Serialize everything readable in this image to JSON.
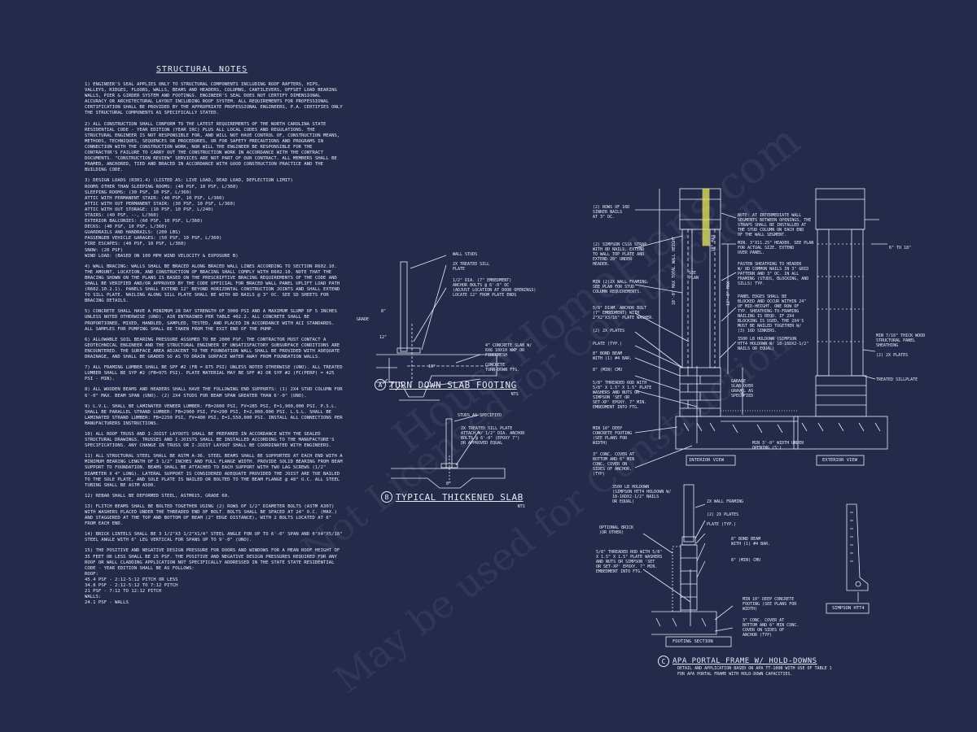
{
  "notes": {
    "title": "STRUCTURAL NOTES",
    "items": [
      "1) ENGINEER'S SEAL APPLIES ONLY TO STRUCTURAL COMPONENTS INCLUDING ROOF RAFTERS, HIPS, VALLEYS, RIDGES, FLOORS, WALLS, BEAMS AND HEADERS, COLUMNS, CANTILEVERS, OFFSET LOAD BEARING WALLS, PIER & GIRDER SYSTEM AND FOOTINGS. ENGINEER'S SEAL DOES NOT CERTIFY DIMENSIONAL ACCURACY OR ARCHITECTURAL LAYOUT INCLUDING ROOF SYSTEM. ALL REQUIREMENTS FOR PROFESSIONAL CERTIFICATION SHALL BE PROVIDED BY THE APPROPRIATE PROFESSIONAL ENGINEERS, P.A. CERTIFIES ONLY THE STRUCTURAL COMPONENTS AS SPECIFICALLY STATED.",
      "2) ALL CONSTRUCTION SHALL CONFORM TO THE LATEST REQUIREMENTS OF THE NORTH CAROLINA STATE RESIDENTIAL CODE - YEAR EDITION (YEAR IRC) PLUS ALL LOCAL CODES AND REGULATIONS. THE STRUCTURAL ENGINEER IS NOT RESPONSIBLE FOR, AND WILL NOT HAVE CONTROL OF, CONSTRUCTION MEANS, METHODS, TECHNIQUES, SEQUENCES OR PROCEDURES, OR FOR SAFETY PRECAUTIONS AND PROGRAMS IN CONNECTION WITH THE CONSTRUCTION WORK, NOR WILL THE ENGINEER BE RESPONSIBLE FOR THE CONTRACTOR'S FAILURE TO CARRY OUT THE CONSTRUCTION WORK IN ACCORDANCE WITH THE CONTRACT DOCUMENTS. \"CONSTRUCTION REVIEW\" SERVICES ARE NOT PART OF OUR CONTRACT. ALL MEMBERS SHALL BE FRAMED, ANCHORED, TIED AND BRACED IN ACCORDANCE WITH GOOD CONSTRUCTION PRACTICE AND THE BUILDING CODE.",
      "3) DESIGN LOADS (R301.4) (LISTED AS: LIVE LOAD, DEAD LOAD, DEFLECTION LIMIT)\nROOMS OTHER THAN SLEEPING ROOMS: (40 PSF, 10 PSF, L/360)\nSLEEPING ROOMS: (30 PSF, 10 PSF, L/360)\nATTIC WITH PERMANENT STAIR: (40 PSF, 10 PSF, L/360)\nATTIC WITH OUT PERMANENT STAIR: (30 PSF, 10 PSF, L/360)\nATTIC WITH OUT STORAGE: (10 PSF, 10 PSF, L/240)\nSTAIRS: (40 PSF, --, L/360)\nEXTERIOR BALCONIES: (60 PSF, 10 PSF, L/360)\nDECKS: (40 PSF, 10 PSF, L/360)\nGUARDRAILS AND HANDRAILS: (200 LBS)\nPASSENGER VEHICLE GARAGES: (50 PSF, 10 PSF, L/360)\nFIRE ESCAPES: (40 PSF, 10 PSF, L/360)\nSNOW: (20 PSF)\nWIND LOAD: (BASED ON 100 MPH WIND VELOCITY & EXPOSURE B)",
      "4) WALL BRACING: WALLS SHALL BE BRACED ALONG BRACED WALL LINES ACCORDING TO SECTION R602.10. THE AMOUNT, LOCATION, AND CONSTRUCTION OF BRACING SHALL COMPLY WITH R602.10. NOTE THAT THE BRACING SHOWN ON THE PLANS IS BASED ON THE PRESCRIPTIVE BRACING REQUIREMENTS OF THE CODE AND SHALL BE VERIFIED AND/OR APPROVED BY THE CODE OFFICIAL FOR BRACED WALL PANEL UPLIFT LOAD PATH (R602.10.2.1). PANELS SHALL EXTEND 12\" BEYOND HORIZONTAL CONSTRUCTION JOINTS AND SHALL EXTEND TO SILL PLATE. NAILING ALONG SILL PLATE SHALL BE WITH 8D NAILS @ 3\" OC. SEE SD SHEETS FOR BRACING DETAILS.",
      "5) CONCRETE SHALL HAVE A MINIMUM 28 DAY STRENGTH OF 3000 PSI AND A MAXIMUM SLUMP OF 5 INCHES UNLESS NOTED OTHERWISE (UNO). AIR ENTRAINED PER TABLE 402.2. ALL CONCRETE SHALL BE PROPORTIONED, MIXED, HANDLED, SAMPLED, TESTED, AND PLACED IN ACCORDANCE WITH ACI STANDARDS. ALL SAMPLES FOR PUMPING SHALL BE TAKEN FROM THE EXIT END OF THE PUMP.",
      "6) ALLOWABLE SOIL BEARING PRESSURE ASSUMED TO BE 2000 PSF. THE CONTRACTOR MUST CONTACT A GEOTECHNICAL ENGINEER AND THE STRUCTURAL ENGINEER IF UNSATISFACTORY SUBSURFACE CONDITIONS ARE ENCOUNTERED. THE SURFACE AREA ADJACENT TO THE FOUNDATION WALL SHALL BE PROVIDED WITH ADEQUATE DRAINAGE, AND SHALL BE GRADED SO AS TO DRAIN SURFACE WATER AWAY FROM FOUNDATION WALLS.",
      "7) ALL FRAMING LUMBER SHALL BE SPF #2 (FB = 875 PSI) UNLESS NOTED OTHERWISE (UNO). ALL TREATED LUMBER SHALL BE SYP #2 (FB=975 PSI). PLATE MATERIAL MAY BE SPF #2 OR SYP #2 (FC(PERP) = 425 PSI - MIN).",
      "8) ALL WOODEN BEAMS AND HEADERS SHALL HAVE THE FOLLOWING END SUPPORTS: (1) 2X4 STUD COLUMN FOR 6'-0\" MAX. BEAM SPAN (UNO). (2) 2X4 STUDS FOR BEAM SPAN GREATER THAN 6'-0\" (UNO).",
      "9) L.V.L. SHALL BE LAMINATED VENEER LUMBER: FB=2600 PSI, FV=285 PSI, E=1,900,000 PSI. P.S.L. SHALL BE PARALLEL STRAND LUMBER: FB=2900 PSI, FV=290 PSI, E=2,000,000 PSI. L.S.L. SHALL BE LAMINATED STRAND LUMBER: FB=2250 PSI, FV=400 PSI, E=1,550,000 PSI. INSTALL ALL CONNECTIONS PER MANUFACTURERS INSTRUCTIONS.",
      "10) ALL ROOF TRUSS AND I-JOIST LAYOUTS SHALL BE PREPARED IN ACCORDANCE WITH THE SEALED STRUCTURAL DRAWINGS. TRUSSES AND I-JOISTS SHALL BE INSTALLED ACCORDING TO THE MANUFACTURE'S SPECIFICATIONS. ANY CHANGE IN TRUSS OR I-JOIST LAYOUT SHALL BE COORDINATED WITH ENGINEERS.",
      "11) ALL STRUCTURAL STEEL SHALL BE ASTM A-36. STEEL BEAMS SHALL BE SUPPORTED AT EACH END WITH A MINIMUM BEARING LENGTH OF 3 1/2\" INCHES AND FULL FLANGE WIDTH. PROVIDE SOLID BEARING FROM BEAM SUPPORT TO FOUNDATION. BEAMS SHALL BE ATTACHED TO EACH SUPPORT WITH TWO LAG SCREWS (1/2\" DIAMETER X 4\" LONG). LATERAL SUPPORT IS CONSIDERED ADEQUATE PROVIDED THE JOIST ARE TOE NAILED TO THE SOLE PLATE, AND SOLE PLATE IS NAILED OR BOLTED TO THE BEAM FLANGE @ 48\" O.C. ALL STEEL TUBING SHALL BE ASTM A500.",
      "12) REBAR SHALL BE DEFORMED STEEL, ASTM615, GRADE 60.",
      "13) FLITCH BEAMS SHALL BE BOLTED TOGETHER USING (2) ROWS OF 1/2\" DIAMETER BOLTS (ASTM A307) WITH WASHERS PLACED UNDER THE THREADED END OF BOLT. BOLTS SHALL BE SPACED AT 24\" O.C. (MAX.) AND STAGGERED AT THE TOP AND BOTTOM OF BEAM (2\" EDGE DISTANCE), WITH 2 BOLTS LOCATED AT 6\" FROM EACH END.",
      "14) BRICK LINTELS SHALL BE 3 1/2\"X3 1/2\"X1/4\" STEEL ANGLE FOR UP TO 6'-0\" SPAN AND 6\"X4\"X5/16\" STEEL ANGLE WITH 6\" LEG VERTICAL FOR SPANS UP TO 9'-0\" (UNO).",
      "15) THE POSITIVE AND NEGATIVE DESIGN PRESSURE FOR DOORS AND WINDOWS FOR A MEAN ROOF HEIGHT OF 35 FEET OR LESS SHALL BE 25 PSF. THE POSITIVE AND NEGATIVE DESIGN PRESSURES REQUIRED FOR ANY ROOF OR WALL CLADDING APPLICATION NOT SPECIFICALLY ADDRESSED IN THE STATE STATE RESIDENTIAL CODE - YEAR EDITION SHALL BE AS FOLLOWS:\nROOF:\n45.4 PSF - 2:12-5:12 PITCH OR LESS\n34.8 PSF - 2:12-5:12 TO 7:12 PITCH\n21 PSF - 7:12 TO 12:12 PITCH\nWALLS:\n24.1 PSF - WALLS"
    ]
  },
  "detail_a": {
    "letter": "A",
    "title": "TURN DOWN SLAB FOOTING",
    "scale": "NTS",
    "labels": {
      "wall_studs": "WALL STUDS",
      "sill": "2X TREATED SILL\nPLATE",
      "anchor": "1/2\" DIA. (7\" EMBEDMENT)\nANCHOR BOLTS @ 6'-0\" OC\n(ADJUST LOCATION AT DOOR OPENINGS)\nLOCATE 12\" FROM PLATE ENDS",
      "slab": "4\" CONCRETE SLAB W/\n6X6 10X10 WWF OR\nFIBERMESH",
      "turn_down": "CONCRETE\nTURN-DOWN FTG.",
      "grade": "GRADE",
      "dim_8": "8\"",
      "dim_12": "12\"",
      "dim_16": "16\""
    }
  },
  "detail_b": {
    "letter": "B",
    "title": "TYPICAL THICKENED SLAB",
    "scale": "NTS",
    "labels": {
      "studs": "STUDS AS SPECIFIED",
      "sill": "2X TREATED SILL PLATE\nATTACH W/ 1/2\" DIA. ANCHOR\nBOLTS @ 6'-0\" (EPOXY 7\")\nOR APPROVED EQUAL",
      "dim_8": "8\""
    }
  },
  "detail_c": {
    "letter": "C",
    "title": "APA PORTAL FRAME W/ HOLD-DOWNS",
    "subtitle": "DETAIL AND APPLICATION BASED ON APA TT-100B WITH USE OF TABLE 1\nFOR APA PORTAL FRAME WITH HOLD-DOWN CAPACITIES.",
    "left_labels": [
      "(2) ROWS OF 16D\nSINKER NAILS\nAT 3\" OC.",
      "(2) SIMPSON CS16 STRAP\nWITH 8D NAILS. EXTEND\nTO WALL TOP PLATE AND\nEXTEND 20\" UNDER\nHEADER.",
      "MIN (2)2X WALL FRAMING.\nSEE PLAN FOR STUD\nCOLUMN REQUIREMENTS.",
      "5/8\" DIAM. ANCHOR BOLT\n(7\" EMBEDMENT) WITH\n2\"X2\"X3/16\" PLATE WASHER.",
      "(2) 2X PLATES",
      "PLATE (TYP.)",
      "8\" BOND BEAM\nWITH (1) #4 BAR.",
      "8\" (MIN) CMU",
      "5/8\" THREADED ROD WITH\n5/8\" X 1.5\" X 1.5\" PLATE\nWASHERS AND NUTS OR\nSIMPSON 'SET OR\nSET-XP' EPOXY. 7\" MIN.\nEMBEDMENT INTO FTG.",
      "MIN 10\" DEEP\nCONCRETE FOOTING\n(SEE PLANS FOR\nWIDTH)",
      "3\" CONC. COVER AT\nBOTTOM AND 6\" MIN\nCONC. COVER ON\nSIDES OF ANCHOR.\n(TYP)"
    ],
    "center_labels": {
      "note": "NOTE: AT INTERMEDIATE WALL\nSEGMENTS BETWEEN OPENINGS, THE\nSTRAPS SHALL BE INSTALLED AT\nTHE STUD COLUMN ON EACH END\nOF THE WALL SEGMENT.",
      "header": "MIN. 3\"X11.25\" HEADER. SEE PLAN\nFOR ACTUAL SIZE. EXTEND\nOVER PANEL.",
      "fasten": "FASTEN SHEATHING TO HEADER\nW/ 8D COMMON NAILS IN 3\" GRID\nPATTERN AND 3\" OC. IN ALL\nFRAMING (STUDS, BLOCKING, AND\nSILLS) TYP.",
      "panel": "PANEL EDGES SHALL BE\nBLOCKED AND OCCUR WITHIN 24\"\nOF MID-HEIGHT. ONE ROW OF\nTYP. SHEATHING-TO-FRAMING\nNAILING IS REQD. IF 2X4\nBLOCKING IS USED, THE 2X4'S\nMUST BE NAILED TOGETHER W/\n(3) 16D SINKERS.",
      "holdown": "3500 LB HOLDOWN (SIMPSON\nHTT4 HOLDOWN W/ 18-16DX2-1/2\"\nNAILS OR EQUAL)",
      "garage": "GARAGE\nSLAB OVER\nGRAVEL AS\nSPECIFIED",
      "see_plan": "SEE\nPLAN",
      "footing_width": "MIN 3'-0\" WIDTH UNDER\nOPENING (5')",
      "dim_wall": "10'-0\" MAX TOTAL WALL HEIGHT",
      "dim_panel": "12'-0\" MAX",
      "dim_opening": "16\"",
      "dim_sheath": "18\" MAX"
    },
    "interior_view": "INTERIOR VIEW",
    "exterior_view": "EXTERIOR VIEW",
    "exterior_labels": {
      "width": "6\" TO 18\"",
      "sheathing": "MIN 7/16\" THICK WOOD\nSTRUCTURAL PANEL\nSHEATHING",
      "plates": "(2) 2X PLATES",
      "sill": "TREATED SILLPLATE"
    },
    "footing_section": "FOOTING SECTION",
    "footing_labels": [
      "3500 LB HOLDOWN\n(SIMPSON HTT4 HOLDOWN W/\n18-16DX2-1/2\" NAILS\nOR EQUAL)",
      "2X WALL FRAMING",
      "(2) 2X PLATES",
      "PLATE (TYP.)",
      "OPTIONAL BRICK\n(OR OTHER)",
      "8\" BOND BEAM\nWITH (1) #4 BAR.",
      "8\" (MIN) CMU",
      "5/8\" THREADED ROD WITH 5/8\"\nX 1.5\" X 1.5\" PLATE WASHERS\nAND NUTS OR SIMPSON 'SET\nOR SET-XP' EPOXY. 7\" MIN.\nEMBEDMENT INTO FTG.",
      "MIN 10\" DEEP CONCRETE\nFOOTING (SEE PLANS FOR\nWIDTH)",
      "3\" CONC. COVER AT\nBOTTOM AND 6\" MIN CONC.\nCOVER ON SIDES OF\nANCHOR (TYP)"
    ],
    "simpson": "SIMPSON HTT4"
  },
  "watermarks": [
    "HouseHomePlans.com",
    "Not Licensed for Construction",
    "May be used for Construction"
  ],
  "colors": {
    "background": "#232a4a",
    "line": "#e8ebf5",
    "highlight": "#e6e85a"
  }
}
